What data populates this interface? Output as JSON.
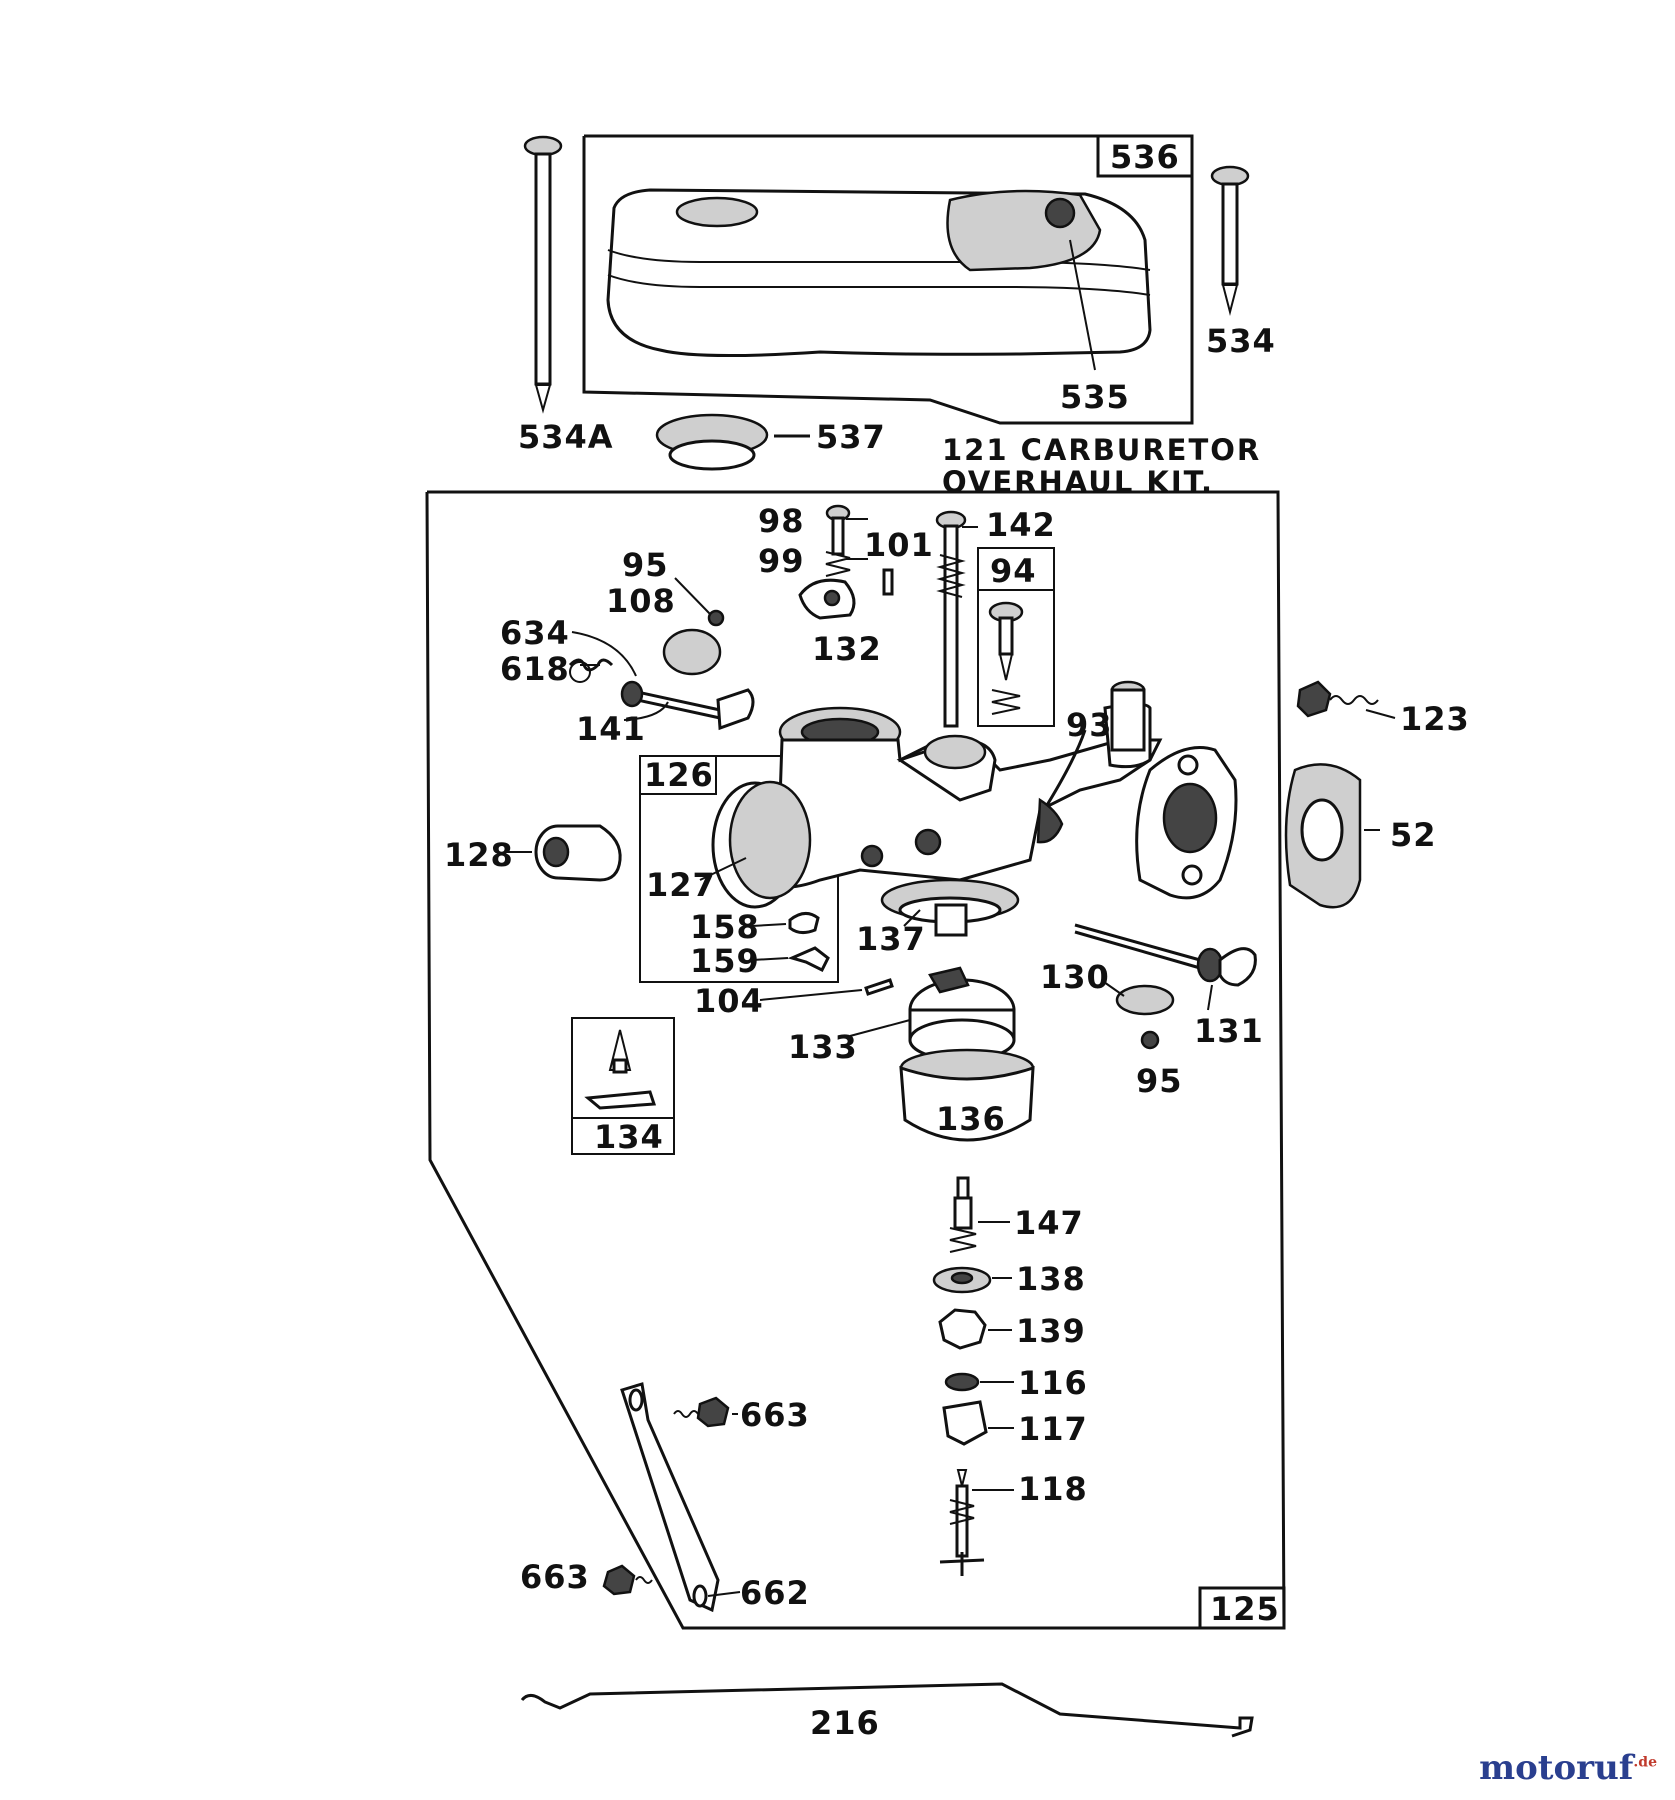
{
  "labels": {
    "l534a": "534A",
    "l536": "536",
    "l534": "534",
    "l535": "535",
    "l537": "537",
    "kit_line1": "121 CARBURETOR",
    "kit_line2": "OVERHAUL KIT.",
    "l98": "98",
    "l99": "99",
    "l101": "101",
    "l142": "142",
    "l94": "94",
    "l95a": "95",
    "l108": "108",
    "l132": "132",
    "l634": "634",
    "l618": "618",
    "l141": "141",
    "l93": "93",
    "l123": "123",
    "l126": "126",
    "l52": "52",
    "l128": "128",
    "l127": "127",
    "l158": "158",
    "l159": "159",
    "l137": "137",
    "l130": "130",
    "l131": "131",
    "l104": "104",
    "l133": "133",
    "l95b": "95",
    "l134": "134",
    "l136": "136",
    "l147": "147",
    "l138": "138",
    "l139": "139",
    "l116": "116",
    "l117": "117",
    "l118": "118",
    "l663a": "663",
    "l663b": "663",
    "l662": "662",
    "l125": "125",
    "l216": "216"
  },
  "watermark": {
    "brand_a": "motoruf",
    "brand_b": "",
    "tld": ".de"
  }
}
